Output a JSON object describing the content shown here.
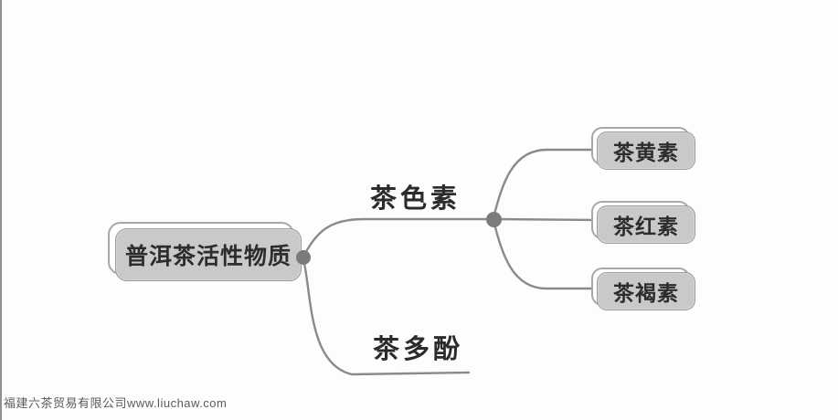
{
  "colors": {
    "background": "#fdfdfd",
    "node_fill": "#c9c9c9",
    "node_border": "#9c9c9c",
    "node_outline": "#a8a8a8",
    "connector_line": "#8a8a8a",
    "connection_dot": "#7b7b7b",
    "text": "#2d2d2d",
    "left_edge_line": "#909090"
  },
  "diagram": {
    "root": {
      "label": "普洱茶活性物质"
    },
    "branches": [
      {
        "label": "茶色素",
        "children": [
          {
            "label": "茶黄素"
          },
          {
            "label": "茶红素"
          },
          {
            "label": "茶褐素"
          }
        ]
      },
      {
        "label": "茶多酚",
        "children": []
      }
    ]
  },
  "watermark": {
    "text": "福建六茶贸易有限公司www.liuchaw.com"
  }
}
